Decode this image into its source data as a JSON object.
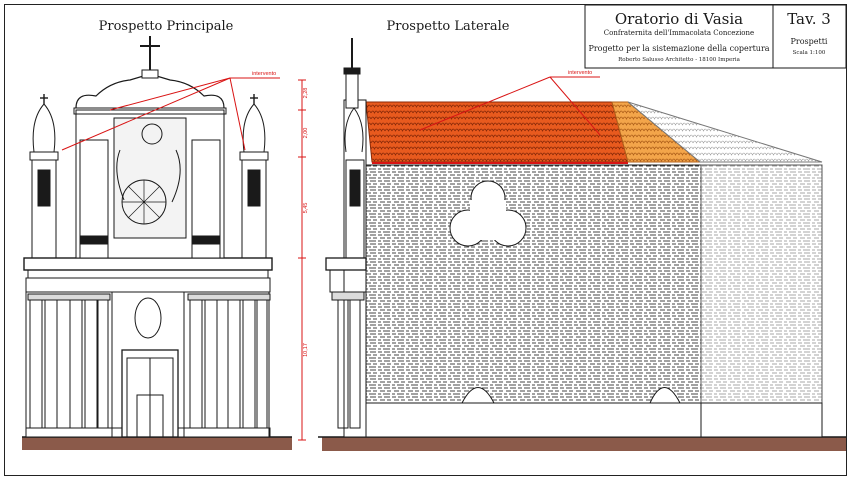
{
  "titles": {
    "main_view": "Prospetto Principale",
    "side_view": "Prospetto Laterale"
  },
  "title_block": {
    "project": "Oratorio di Vasia",
    "subtitle": "Confraternita dell'Immacolata Concezione",
    "description": "Progetto per la sistemazione della copertura",
    "architect": "Roberto Salusso Architetto - 18100 Imperia",
    "sheet": "Tav. 3",
    "sheet_title": "Prospetti",
    "scale": "Scala 1:100"
  },
  "annotations": {
    "intervento_main": "intervento",
    "intervento_side": "intervento"
  },
  "dimensions": [
    "2,28",
    "2,00",
    "5,45",
    "10,17"
  ],
  "colors": {
    "line": "#1a1a1a",
    "roof": "#e0551c",
    "roof_light": "#f29a3c",
    "red": "#d91414",
    "ground": "#8b5a4a"
  }
}
